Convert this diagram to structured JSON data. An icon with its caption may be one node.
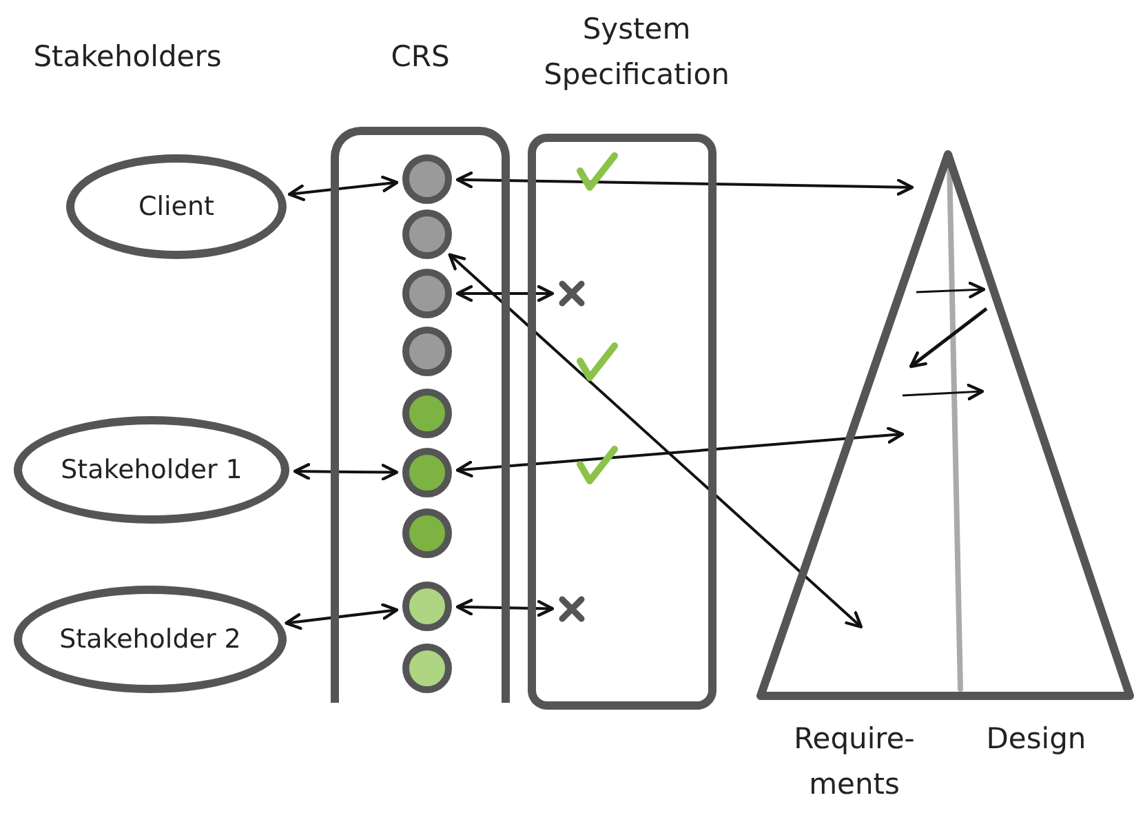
{
  "diagram": {
    "nodes": [
      {
        "text": [
          "Client"
        ]
      },
      {
        "text": [
          "Stakeholder 1"
        ]
      },
      {
        "text": [
          "Stakeholder 2"
        ]
      },
      {
        "text": [
          "CRS"
        ]
      },
      {
        "text": [],
        "shape": "circle",
        "in": 3
      },
      {
        "text": [],
        "shape": "circle",
        "in": 3
      },
      {
        "text": [],
        "shape": "circle",
        "in": 3
      },
      {
        "text": [],
        "shape": "circle",
        "in": 3
      },
      {
        "text": [],
        "shape": "circle",
        "in": 3
      },
      {
        "text": [],
        "shape": "circle",
        "in": 3
      },
      {
        "text": [],
        "shape": "circle",
        "in": 3
      },
      {
        "text": [],
        "shape": "circle",
        "in": 3
      },
      {
        "text": [],
        "shape": "circle",
        "in": 3
      },
      {
        "text": [
          "System Specification"
        ]
      },
      {
        "text": [],
        "shape": "cross",
        "in": 13
      },
      {
        "text": [],
        "shape": "cross",
        "in": 13
      },
      {
        "text": [
          "Require- ments",
          "Design"
        ]
      }
    ],
    "edges": [
      {
        "from": 0,
        "to": 4,
        "arrow": "both"
      },
      {
        "from": 1,
        "to": 9,
        "arrow": "both"
      },
      {
        "from": 2,
        "to": 11,
        "arrow": "both"
      },
      {
        "from": 4,
        "to": 16,
        "arrow": "both"
      },
      {
        "from": 5,
        "to": 16,
        "arrow": "both"
      },
      {
        "from": 6,
        "to": 14,
        "arrow": "both"
      },
      {
        "from": 9,
        "to": 16,
        "arrow": "both"
      },
      {
        "from": 11,
        "to": 15,
        "arrow": "both"
      }
    ],
    "labels": [
      "Stakeholders"
    ]
  }
}
